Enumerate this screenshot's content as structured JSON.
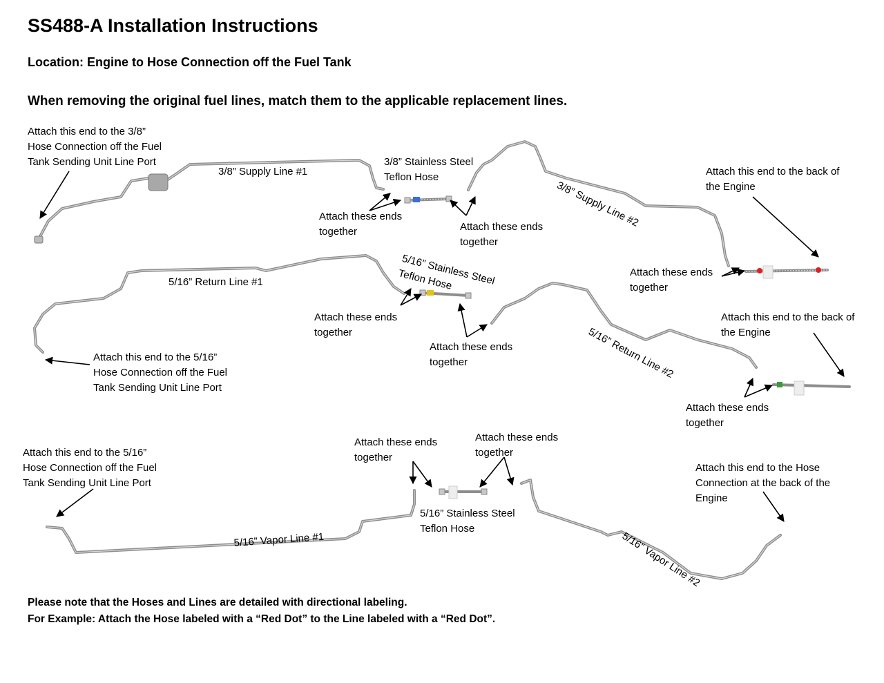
{
  "title": "SS488-A Installation Instructions",
  "location": "Location: Engine to Hose Connection off the Fuel Tank",
  "instruction": "When removing the original fuel lines, match them to the applicable replacement lines.",
  "labels": {
    "supply1_tank_end": "Attach this end to the 3/8”\nHose Connection off the Fuel\nTank Sending Unit Line Port",
    "supply1_line": "3/8” Supply Line #1",
    "supply_hose": "3/8” Stainless Steel\nTeflon Hose",
    "supply_attach_left": "Attach these ends\ntogether",
    "supply_attach_right": "Attach these ends\ntogether",
    "supply2_line": "3/8” Supply Line #2",
    "supply_engine_end": "Attach this end to the back of\nthe Engine",
    "supply_engine_attach": "Attach these ends\ntogether",
    "return1_line": "5/16” Return Line #1",
    "return_hose": "5/16” Stainless Steel\nTeflon Hose",
    "return_attach_left": "Attach these ends\ntogether",
    "return_attach_right": "Attach these ends\ntogether",
    "return_tank_end": "Attach this end to the 5/16”\nHose Connection off the Fuel\nTank Sending Unit Line Port",
    "return2_line": "5/16” Return Line #2",
    "return_engine_end": "Attach this end to the back of\nthe Engine",
    "return_engine_attach": "Attach these ends\ntogether",
    "vapor_tank_end": "Attach this end to the 5/16”\nHose Connection off the Fuel\nTank Sending Unit Line Port",
    "vapor_attach_left": "Attach these ends\ntogether",
    "vapor_attach_right": "Attach these ends\ntogether",
    "vapor_hose": "5/16” Stainless Steel\nTeflon Hose",
    "vapor1_line": "5/16” Vapor Line #1",
    "vapor_engine_end": "Attach this end to the Hose\nConnection at the back of the\nEngine",
    "vapor2_line": "5/16” Vapor Line #2"
  },
  "notes": {
    "line1": "Please note that the Hoses and Lines are detailed with directional labeling.",
    "line2": "For Example: Attach the Hose labeled with a “Red Dot” to the Line labeled with a “Red Dot”."
  },
  "colors": {
    "tube": "#8d8d8d",
    "red_dot": "#e02020",
    "blue_tag": "#3b6fd4",
    "yellow_tag": "#e5c21a",
    "green_tag": "#3a9a3a"
  }
}
